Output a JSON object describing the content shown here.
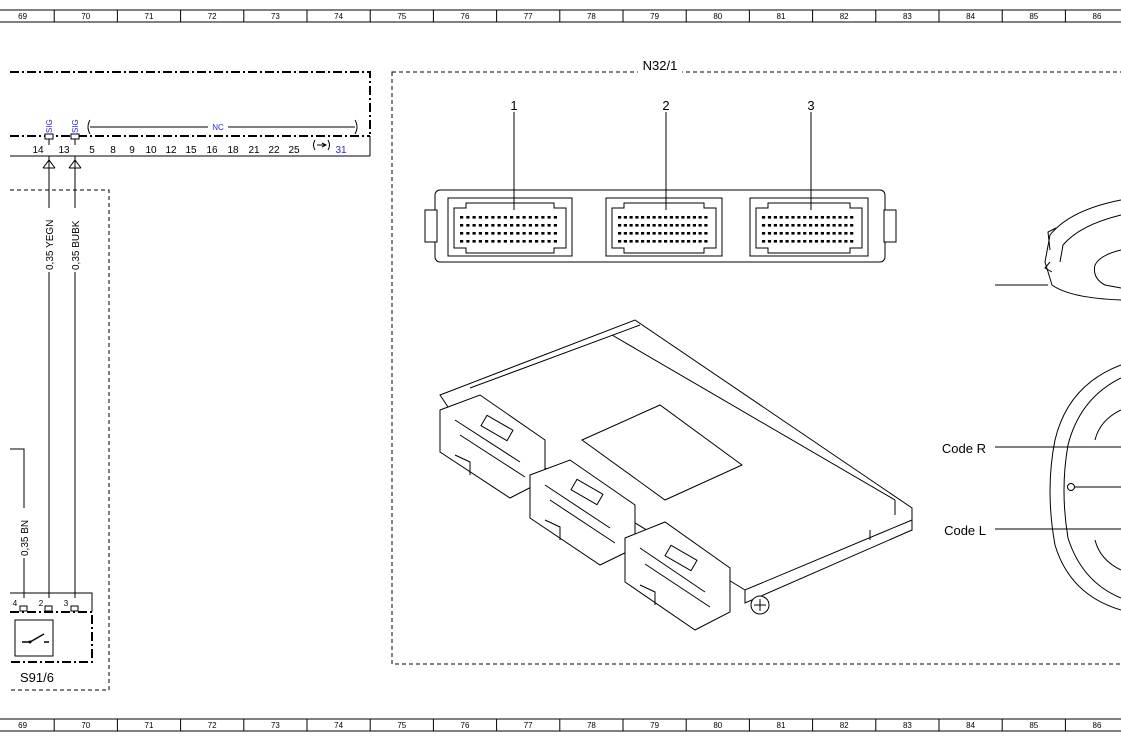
{
  "ruler": {
    "columns": [
      "69",
      "70",
      "71",
      "72",
      "73",
      "74",
      "75",
      "76",
      "77",
      "78",
      "79",
      "80",
      "81",
      "82",
      "83",
      "84",
      "85",
      "86"
    ]
  },
  "harness": {
    "pin_numbers": [
      "14",
      "13",
      "5",
      "8",
      "9",
      "10",
      "12",
      "15",
      "16",
      "18",
      "21",
      "22",
      "25",
      "31"
    ],
    "signal_labels": [
      "SIG",
      "SIG"
    ],
    "nc_label": "NC",
    "wire_labels": [
      "0,35 YEGN",
      "0,35 BUBK",
      "0,35 BN"
    ]
  },
  "switch": {
    "designation": "S91/6",
    "pins": [
      "4",
      "2",
      "3"
    ]
  },
  "module": {
    "designation": "N32/1",
    "connector_numbers": [
      "1",
      "2",
      "3"
    ]
  },
  "callouts": {
    "code_r": "Code R",
    "code_l": "Code L"
  }
}
